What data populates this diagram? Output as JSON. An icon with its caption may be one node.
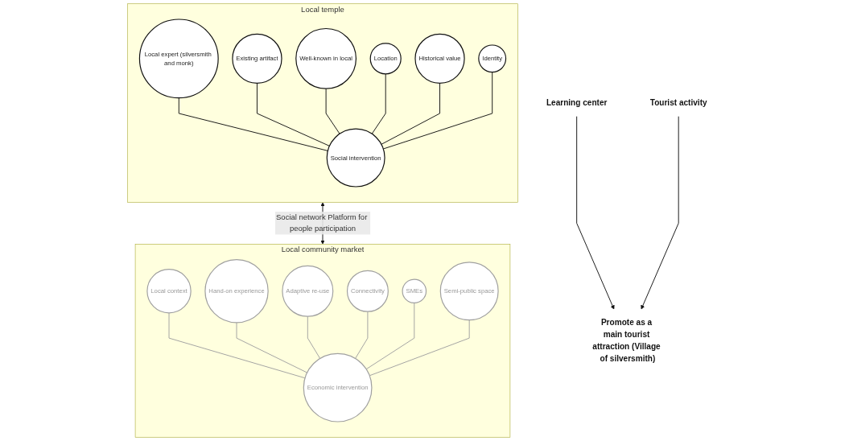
{
  "diagram": {
    "nodes": [
      {
        "text": [
          "Local temple"
        ]
      },
      {
        "text": [
          "Local expert (silversmith and monk)"
        ],
        "in": 0
      },
      {
        "text": [
          "Existing artifact"
        ],
        "in": 0
      },
      {
        "text": [
          "Well-known in local"
        ],
        "in": 0
      },
      {
        "text": [
          "Social intervention"
        ],
        "in": 0
      },
      {
        "text": [
          "Location"
        ],
        "in": 0
      },
      {
        "text": [
          "Historical value"
        ],
        "in": 0
      },
      {
        "text": [
          "Identity"
        ],
        "in": 0
      },
      {
        "text": [
          "Local community market"
        ]
      },
      {
        "text": [
          "Local context"
        ],
        "in": 8
      },
      {
        "text": [
          "Hand-on experience"
        ],
        "in": 8
      },
      {
        "text": [
          "Adaptive re-use"
        ],
        "in": 8
      },
      {
        "text": [
          "Economic intervention"
        ],
        "in": 8
      },
      {
        "text": [
          "Connectivity"
        ],
        "in": 8
      },
      {
        "text": [
          "SMEs"
        ],
        "in": 8
      },
      {
        "text": [
          "Semi-public space"
        ],
        "in": 8
      },
      {
        "text": [
          "Learning center"
        ]
      },
      {
        "text": [
          "Promote as a main tourist attraction (Village of silversmith)"
        ]
      },
      {
        "text": [
          "Tourist activity"
        ]
      }
    ],
    "edges": [
      {
        "from": 1,
        "to": 4,
        "arrow": "none"
      },
      {
        "from": 2,
        "to": 4,
        "arrow": "none"
      },
      {
        "from": 3,
        "to": 4,
        "arrow": "none"
      },
      {
        "from": 5,
        "to": 4,
        "arrow": "none"
      },
      {
        "from": 6,
        "to": 4,
        "arrow": "none"
      },
      {
        "from": 7,
        "to": 4,
        "arrow": "none"
      },
      {
        "from": 0,
        "to": 8,
        "arrow": "both",
        "label": "Social network Platform for people participation"
      },
      {
        "from": 9,
        "to": 12,
        "arrow": "none",
        "color": "#a0a0a0"
      },
      {
        "from": 10,
        "to": 12,
        "arrow": "none",
        "color": "#a0a0a0"
      },
      {
        "from": 11,
        "to": 12,
        "arrow": "none",
        "color": "#a0a0a0"
      },
      {
        "from": 13,
        "to": 12,
        "arrow": "none",
        "color": "#a0a0a0"
      },
      {
        "from": 14,
        "to": 12,
        "arrow": "none",
        "color": "#a0a0a0"
      },
      {
        "from": 15,
        "to": 12,
        "arrow": "none",
        "color": "#a0a0a0"
      },
      {
        "from": 16,
        "to": 17,
        "arrow": "to"
      },
      {
        "from": 18,
        "to": 17,
        "arrow": "to"
      }
    ]
  }
}
